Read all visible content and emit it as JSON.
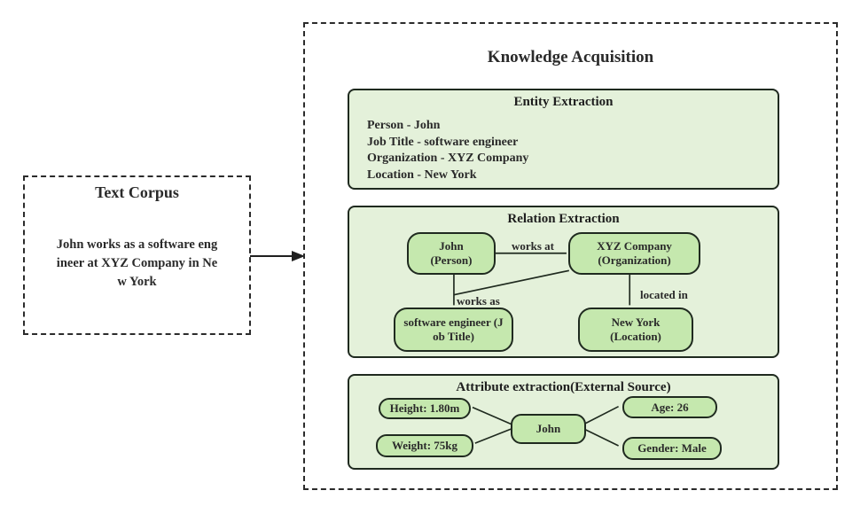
{
  "colors": {
    "section_bg": "#e4f1da",
    "node_bg": "#c5e8ae",
    "border_dark": "#1f2a1f",
    "dashed_border": "#2b2b2b",
    "text": "#2a2a2a"
  },
  "text_corpus": {
    "title": "Text Corpus",
    "body": "John works as a software eng\nineer at XYZ Company in Ne\nw York"
  },
  "knowledge_acquisition": {
    "title": "Knowledge Acquisition",
    "entity_extraction": {
      "title": "Entity Extraction",
      "lines": [
        "Person - John",
        "Job Title - software engineer",
        "Organization - XYZ Company",
        "Location - New York"
      ]
    },
    "relation_extraction": {
      "title": "Relation Extraction",
      "nodes": {
        "john": "John\n(Person)",
        "xyz_company": "XYZ Company\n(Organization)",
        "software_engineer": "software engineer (J\nob Title)",
        "new_york": "New York\n(Location)"
      },
      "edge_labels": {
        "works_at": "works at",
        "works_as": "works as",
        "located_in": "located in"
      }
    },
    "attribute_extraction": {
      "title": "Attribute extraction(External Source)",
      "nodes": {
        "height": "Height: 1.80m",
        "weight": "Weight: 75kg",
        "john": "John",
        "age": "Age: 26",
        "gender": "Gender: Male"
      }
    }
  }
}
